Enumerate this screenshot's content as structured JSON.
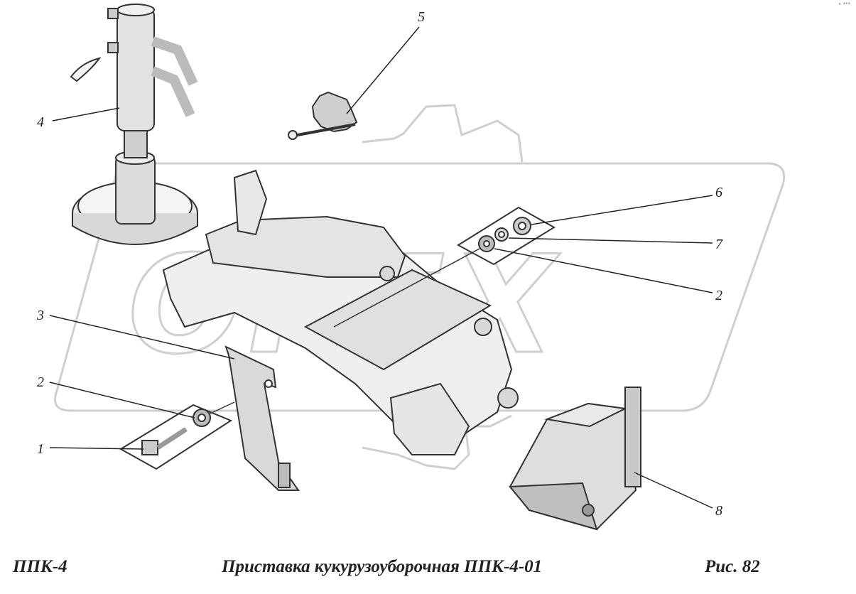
{
  "title": "Приставка кукурузоуборочная ППК-4-01",
  "footer": {
    "left": "ППК-4",
    "center": "Приставка кукурузоуборочная ППК-4-01",
    "right": "Рис.    82"
  },
  "corner_mark": "• ***",
  "watermark": {
    "text": "OPEX",
    "color": "#cfcfcf"
  },
  "callouts": [
    "1",
    "2",
    "2",
    "3",
    "4",
    "5",
    "6",
    "7",
    "8"
  ],
  "colors": {
    "ink": "#222222",
    "watermark": "#cfcfcf",
    "background": "#ffffff"
  }
}
